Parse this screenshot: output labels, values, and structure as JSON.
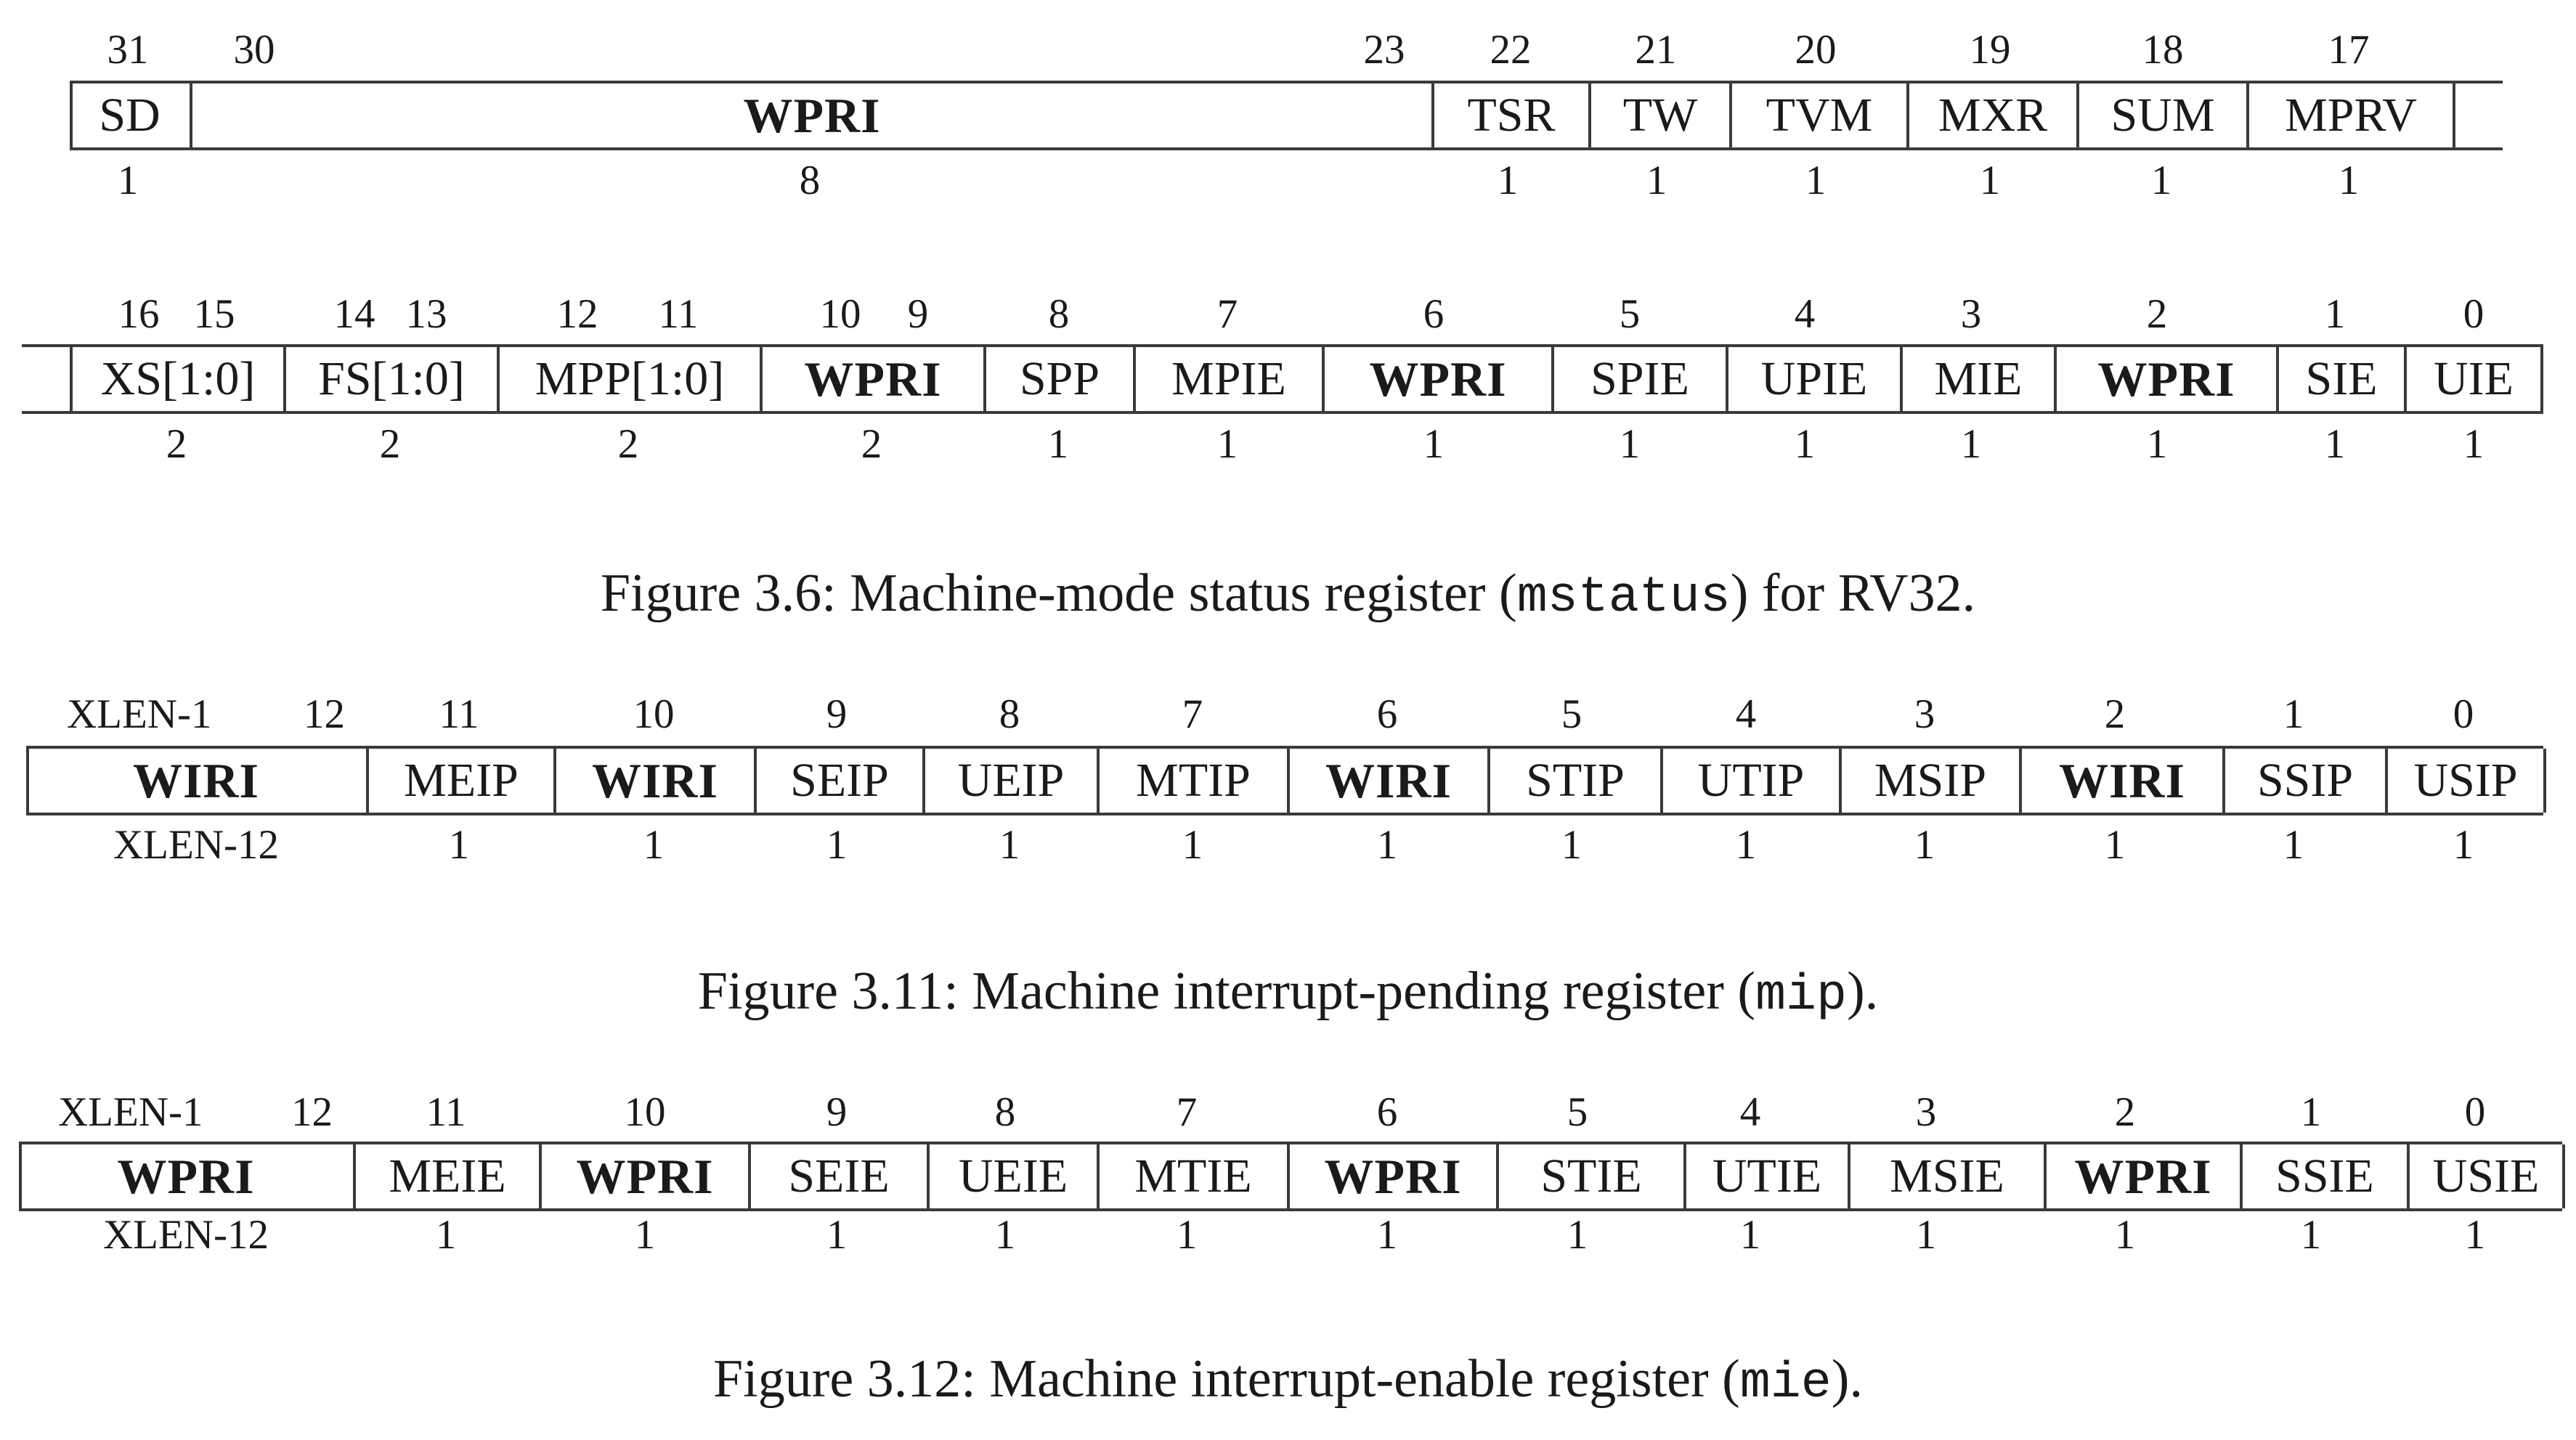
{
  "figures": [
    {
      "id": "fig-3-6",
      "rows": [
        {
          "bits_top": [
            "31",
            "30",
            "23",
            "22",
            "21",
            "20",
            "19",
            "18",
            "17"
          ],
          "fields": [
            {
              "name": "SD",
              "bold": false
            },
            {
              "name": "WPRI",
              "bold": true
            },
            {
              "name": "TSR",
              "bold": false
            },
            {
              "name": "TW",
              "bold": false
            },
            {
              "name": "TVM",
              "bold": false
            },
            {
              "name": "MXR",
              "bold": false
            },
            {
              "name": "SUM",
              "bold": false
            },
            {
              "name": "MPRV",
              "bold": false
            }
          ],
          "widths": [
            "1",
            "8",
            "1",
            "1",
            "1",
            "1",
            "1",
            "1"
          ]
        },
        {
          "bits_top": [
            "16",
            "15",
            "14",
            "13",
            "12",
            "11",
            "10",
            "9",
            "8",
            "7",
            "6",
            "5",
            "4",
            "3",
            "2",
            "1",
            "0"
          ],
          "fields": [
            {
              "name": "XS[1:0]",
              "bold": false
            },
            {
              "name": "FS[1:0]",
              "bold": false
            },
            {
              "name": "MPP[1:0]",
              "bold": false
            },
            {
              "name": "WPRI",
              "bold": true
            },
            {
              "name": "SPP",
              "bold": false
            },
            {
              "name": "MPIE",
              "bold": false
            },
            {
              "name": "WPRI",
              "bold": true
            },
            {
              "name": "SPIE",
              "bold": false
            },
            {
              "name": "UPIE",
              "bold": false
            },
            {
              "name": "MIE",
              "bold": false
            },
            {
              "name": "WPRI",
              "bold": true
            },
            {
              "name": "SIE",
              "bold": false
            },
            {
              "name": "UIE",
              "bold": false
            }
          ],
          "widths": [
            "2",
            "2",
            "2",
            "2",
            "1",
            "1",
            "1",
            "1",
            "1",
            "1",
            "1",
            "1",
            "1"
          ]
        }
      ],
      "caption_prefix": "Figure 3.6: Machine-mode status register (",
      "caption_code": "mstatus",
      "caption_suffix": ") for RV32."
    },
    {
      "id": "fig-3-11",
      "rows": [
        {
          "bits_top": [
            "XLEN-1",
            "12",
            "11",
            "10",
            "9",
            "8",
            "7",
            "6",
            "5",
            "4",
            "3",
            "2",
            "1",
            "0"
          ],
          "fields": [
            {
              "name": "WIRI",
              "bold": true
            },
            {
              "name": "MEIP",
              "bold": false
            },
            {
              "name": "WIRI",
              "bold": true
            },
            {
              "name": "SEIP",
              "bold": false
            },
            {
              "name": "UEIP",
              "bold": false
            },
            {
              "name": "MTIP",
              "bold": false
            },
            {
              "name": "WIRI",
              "bold": true
            },
            {
              "name": "STIP",
              "bold": false
            },
            {
              "name": "UTIP",
              "bold": false
            },
            {
              "name": "MSIP",
              "bold": false
            },
            {
              "name": "WIRI",
              "bold": true
            },
            {
              "name": "SSIP",
              "bold": false
            },
            {
              "name": "USIP",
              "bold": false
            }
          ],
          "widths": [
            "XLEN-12",
            "1",
            "1",
            "1",
            "1",
            "1",
            "1",
            "1",
            "1",
            "1",
            "1",
            "1",
            "1"
          ]
        }
      ],
      "caption_prefix": "Figure 3.11: Machine interrupt-pending register (",
      "caption_code": "mip",
      "caption_suffix": ")."
    },
    {
      "id": "fig-3-12",
      "rows": [
        {
          "bits_top": [
            "XLEN-1",
            "12",
            "11",
            "10",
            "9",
            "8",
            "7",
            "6",
            "5",
            "4",
            "3",
            "2",
            "1",
            "0"
          ],
          "fields": [
            {
              "name": "WPRI",
              "bold": true
            },
            {
              "name": "MEIE",
              "bold": false
            },
            {
              "name": "WPRI",
              "bold": true
            },
            {
              "name": "SEIE",
              "bold": false
            },
            {
              "name": "UEIE",
              "bold": false
            },
            {
              "name": "MTIE",
              "bold": false
            },
            {
              "name": "WPRI",
              "bold": true
            },
            {
              "name": "STIE",
              "bold": false
            },
            {
              "name": "UTIE",
              "bold": false
            },
            {
              "name": "MSIE",
              "bold": false
            },
            {
              "name": "WPRI",
              "bold": true
            },
            {
              "name": "SSIE",
              "bold": false
            },
            {
              "name": "USIE",
              "bold": false
            }
          ],
          "widths": [
            "XLEN-12",
            "1",
            "1",
            "1",
            "1",
            "1",
            "1",
            "1",
            "1",
            "1",
            "1",
            "1",
            "1"
          ]
        }
      ],
      "caption_prefix": "Figure 3.12: Machine interrupt-enable register (",
      "caption_code": "mie",
      "caption_suffix": ")."
    }
  ]
}
